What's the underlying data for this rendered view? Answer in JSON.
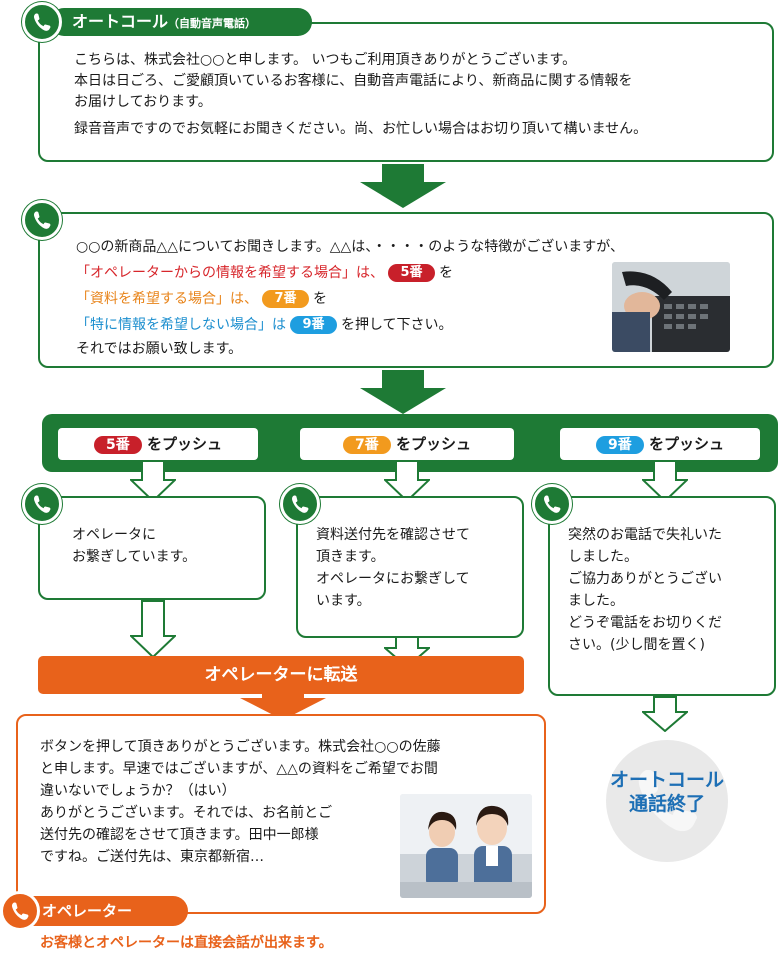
{
  "autocall": {
    "title": "オートコール",
    "title_sub": "（自動音声電話）",
    "lines": [
      "こちらは、株式会社○○と申します。 いつもご利用頂きありがとうございます。",
      "本日は日ごろ、ご愛顧頂いているお客様に、自動音声電話により、新商品に関する情報を",
      "お届けしております。",
      "録音音声ですのでお気軽にお聞きください。尚、お忙しい場合はお切り頂いて構いません。"
    ]
  },
  "guide": {
    "intro": "○○の新商品△△についてお聞きします。△△は、・・・・のような特徴がございますが、",
    "opt5_text": "「オペレーターからの情報を希望する場合」は、",
    "opt5_pill": "5番",
    "opt5_after": "を",
    "opt7_text": "「資料を希望する場合」は、",
    "opt7_pill": "7番",
    "opt7_after": "を",
    "opt9_text": "「特に情報を希望しない場合」は",
    "opt9_pill": "9番",
    "opt9_after": "を押して下さい。",
    "closing": "それではお願い致します。"
  },
  "push": [
    {
      "num": "5番",
      "label": "をプッシュ"
    },
    {
      "num": "7番",
      "label": "をプッシュ"
    },
    {
      "num": "9番",
      "label": "をプッシュ"
    }
  ],
  "branch5": {
    "lines": [
      "オペレータに",
      "お繋ぎしています。"
    ]
  },
  "branch7": {
    "lines": [
      "資料送付先を確認させて",
      "頂きます。",
      "オペレータにお繋ぎして",
      "います。"
    ]
  },
  "branch9": {
    "lines": [
      "突然のお電話で失礼いた",
      "しました。",
      "ご協力ありがとうござい",
      "ました。",
      "どうぞ電話をお切りくだ",
      "さい。(少し間を置く)"
    ]
  },
  "transfer": "オペレーターに転送",
  "operator": {
    "lines": [
      "ボタンを押して頂きありがとうございます。株式会社○○の佐藤",
      "と申します。早速ではございますが、△△の資料をご希望でお間",
      "違いないでしょうか？（はい）",
      "ありがとうございます。それでは、お名前とご",
      "送付先の確認をさせて頂きます。田中一郎様",
      "ですね。ご送付先は、東京都新宿…"
    ],
    "label": "オペレーター"
  },
  "end": {
    "line1": "オートコール",
    "line2": "通話終了"
  },
  "footer": "お客様とオペレーターは直接会話が出来ます。",
  "colors": {
    "green": "#1e7a35",
    "orange": "#e8621b",
    "red": "#c8202a",
    "pill_orange": "#f29a1e",
    "blue": "#1e9ee0"
  }
}
